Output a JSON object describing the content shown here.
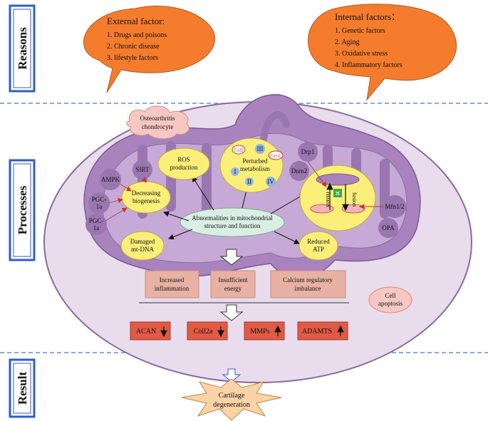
{
  "sections": {
    "reasons": "Reasons",
    "processes": "Processes",
    "result": "Result"
  },
  "external": {
    "title": "External factor:",
    "items": [
      "1. Drugs and poisons",
      "2. Chronic disease",
      "3. lifestyle factors"
    ]
  },
  "internal": {
    "title": "Internal factors：",
    "items": [
      "1. Genetic factors",
      "2. Aging",
      "3. Oxidative stress",
      "4. Inflammatory factors"
    ]
  },
  "cell_label": [
    "Osteoarthritis",
    "chondrocyte"
  ],
  "center": [
    "Abnormalities in mitochondrial",
    "structure and function"
  ],
  "ros": [
    "ROS",
    "production"
  ],
  "metabolism": {
    "label": [
      "Perturbed",
      "metabolism"
    ],
    "complexes": [
      "I",
      "II",
      "III",
      "IV"
    ],
    "coq": "CoQ",
    "cytc": "Cyt-C"
  },
  "biogenesis": [
    "Decreasing",
    "biogenesis"
  ],
  "mtdna": [
    "Damaged",
    "mt-DNA"
  ],
  "atp": [
    "Reduced",
    "ATP"
  ],
  "regulators": {
    "sirt": "SIRT",
    "ampk": "AMPK",
    "pgc1": [
      "PGC-",
      "1a"
    ],
    "pgc2": [
      "PGC-",
      "1a"
    ],
    "drp1": "Drp1",
    "dnm2": "Dnm2",
    "mfn": "Mfn1/2",
    "opa": "OPA"
  },
  "dynamics": {
    "fission": "fission",
    "fusion": "fusion"
  },
  "consequences": [
    [
      "Increased",
      "inflammation"
    ],
    [
      "Insufficient",
      "energy"
    ],
    [
      "Calcium regulatory",
      "imbalance"
    ]
  ],
  "apoptosis": [
    "Cell",
    "apoptosis"
  ],
  "markers": [
    {
      "name": "ACAN",
      "direction": "down"
    },
    {
      "name": "Coll2a",
      "direction": "down"
    },
    {
      "name": "MMPs",
      "direction": "up"
    },
    {
      "name": "ADAMTS",
      "direction": "up"
    }
  ],
  "result": [
    "Cartilage",
    "degeneration"
  ],
  "colors": {
    "cloud": "#f47c2c",
    "cell": "#e9dced",
    "mito": "#9b78b0",
    "yellow": "#fbef7a",
    "green": "#d9efe4",
    "marker": "#e05a45",
    "box": "#e7b2a4",
    "dash": "#4a6fd8"
  }
}
